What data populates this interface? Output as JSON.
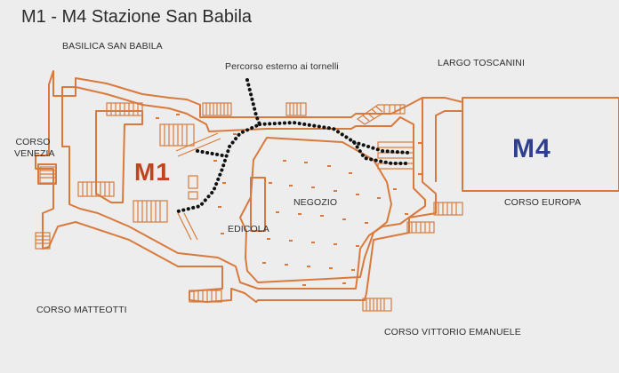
{
  "title": "M1 - M4 Stazione San Babila",
  "labels": {
    "basilica": "BASILICA SAN BABILA",
    "percorso": "Percorso esterno ai tornelli",
    "largo": "LARGO TOSCANINI",
    "corso_venezia_1": "CORSO",
    "corso_venezia_2": "VENEZIA",
    "negozio": "NEGOZIO",
    "edicola": "EDICOLA",
    "corso_europa": "CORSO EUROPA",
    "corso_matteotti": "CORSO MATTEOTTI",
    "corso_vittorio": "CORSO VITTORIO EMANUELE"
  },
  "lines": {
    "m1": "M1",
    "m4": "M4"
  },
  "colors": {
    "background": "#ededed",
    "wall": "#d97a3c",
    "m1": "#c0441f",
    "m4": "#2f3f8f",
    "path": "#111111",
    "text": "#2e2e2e"
  }
}
